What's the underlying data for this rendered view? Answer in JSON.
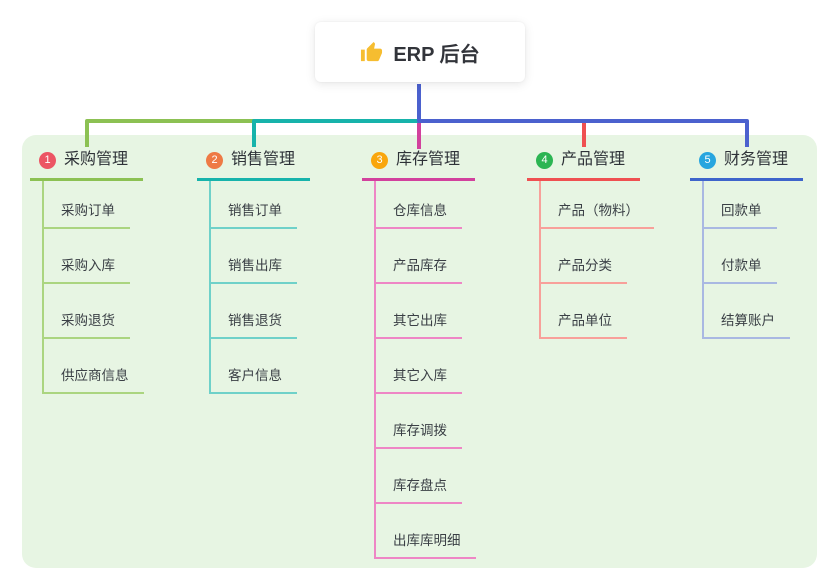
{
  "root": {
    "label": "ERP 后台",
    "icon": "thumbs-up-icon",
    "icon_color": "#f6bd30"
  },
  "colors": {
    "panel_bg": "#e7f5e3",
    "root_line": "#4b61ce",
    "bus_green": "#8cc153",
    "bus_teal": "#17b3ab",
    "bus_blue": "#4b61ce",
    "drop_red": "#ef5051",
    "drop_magenta": "#d2419d"
  },
  "branches": [
    {
      "badge": "1",
      "label": "采购管理",
      "badge_color": "#ec5564",
      "line_color": "#8cc153",
      "item_line_color": "#abd580",
      "items": [
        "采购订单",
        "采购入库",
        "采购退货",
        "供应商信息"
      ]
    },
    {
      "badge": "2",
      "label": "销售管理",
      "badge_color": "#ee7a45",
      "line_color": "#17b3ab",
      "item_line_color": "#6fd1c9",
      "items": [
        "销售订单",
        "销售出库",
        "销售退货",
        "客户信息"
      ]
    },
    {
      "badge": "3",
      "label": "库存管理",
      "badge_color": "#f9a60d",
      "line_color": "#d2419d",
      "item_line_color": "#ee86c5",
      "items": [
        "仓库信息",
        "产品库存",
        "其它出库",
        "其它入库",
        "库存调拨",
        "库存盘点",
        "出库库明细"
      ]
    },
    {
      "badge": "4",
      "label": "产品管理",
      "badge_color": "#2cb553",
      "line_color": "#ef5051",
      "item_line_color": "#f8a09a",
      "items": [
        "产品（物料）",
        "产品分类",
        "产品单位"
      ]
    },
    {
      "badge": "5",
      "label": "财务管理",
      "badge_color": "#27a5df",
      "line_color": "#3e64cb",
      "item_line_color": "#a9b8e2",
      "items": [
        "回款单",
        "付款单",
        "结算账户"
      ]
    }
  ]
}
